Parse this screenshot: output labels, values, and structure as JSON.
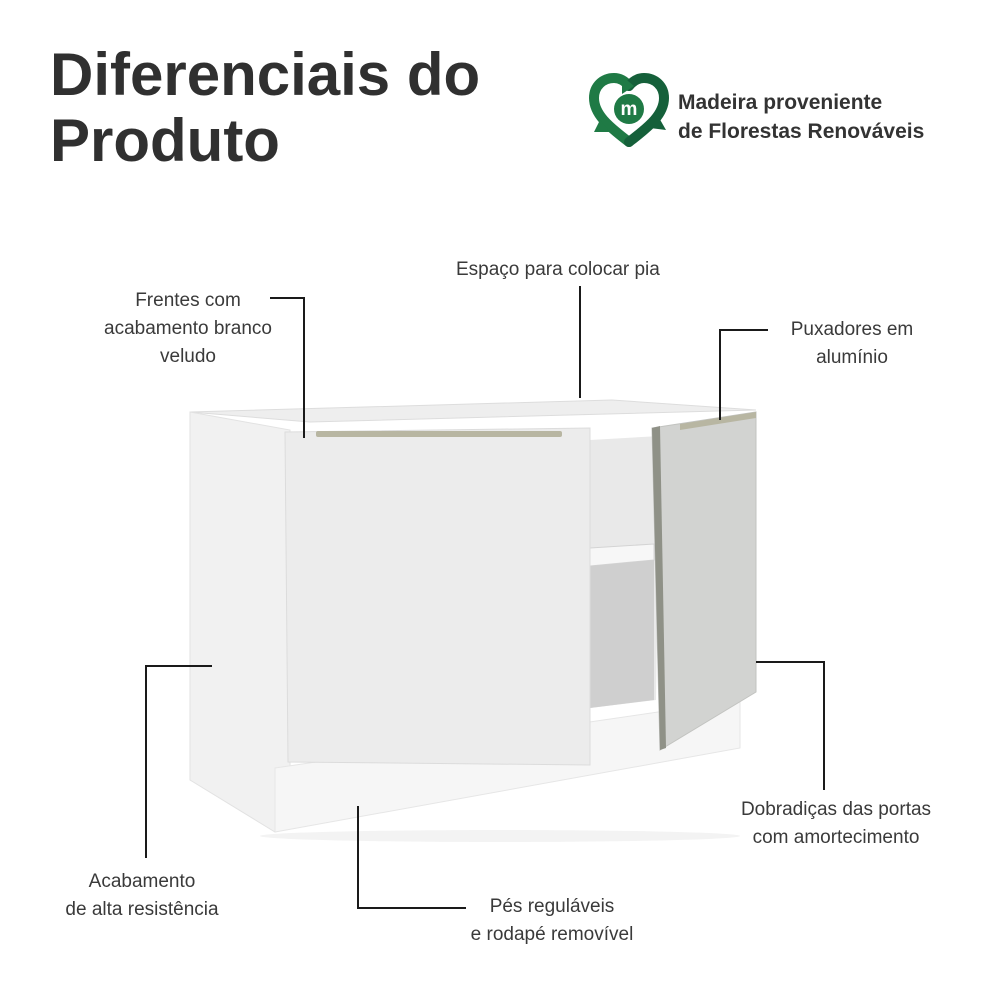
{
  "title": {
    "line1": "Diferenciais do",
    "line2": "Produto"
  },
  "badge": {
    "logo_letter": "m",
    "line1": "Madeira proveniente",
    "line2": "de Florestas Renováveis",
    "colors": {
      "green": "#1f7a45",
      "dark_green": "#15603a"
    }
  },
  "features": {
    "sink_space": "Espaço para colocar pia",
    "fronts": [
      "Frentes com",
      "acabamento branco",
      "veludo"
    ],
    "handles": [
      "Puxadores em",
      "alumínio"
    ],
    "hinges": [
      "Dobradiças das portas",
      "com amortecimento"
    ],
    "finish": [
      "Acabamento",
      "de alta resistência"
    ],
    "feet": [
      "Pés reguláveis",
      "e rodapé removível"
    ]
  },
  "colors": {
    "text": "#333333",
    "leader_line": "#1a1a1a",
    "cabinet_white": "#f4f4f4",
    "door_gray": "#d2d3d1",
    "handle": "#b8b6a2"
  }
}
